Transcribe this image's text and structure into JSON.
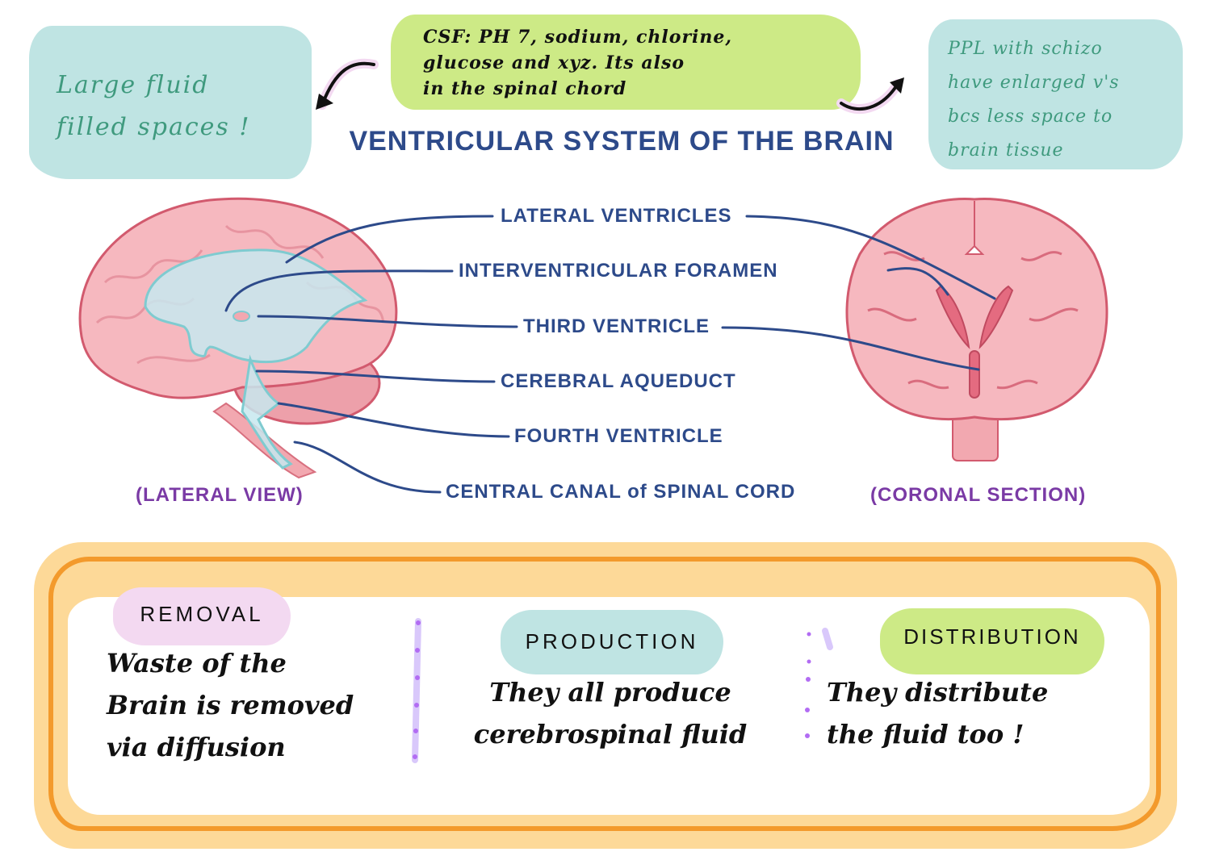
{
  "notes": {
    "left": "Large fluid\nfilled spaces !",
    "middle": "CSF: PH 7, sodium, chlorine,\nglucose and xyz. Its also\nin the spinal chord",
    "right": "PPL with schizo\nhave enlarged v's\nbcs less space to\nbrain tissue"
  },
  "title": "VENTRICULAR SYSTEM OF THE BRAIN",
  "structures": [
    {
      "label": "LATERAL VENTRICLES"
    },
    {
      "label": "INTERVENTRICULAR FORAMEN"
    },
    {
      "label": "THIRD VENTRICLE"
    },
    {
      "label": "CEREBRAL AQUEDUCT"
    },
    {
      "label": "FOURTH VENTRICLE"
    },
    {
      "label": "CENTRAL CANAL of SPINAL CORD"
    }
  ],
  "views": {
    "lateral": "(LATERAL VIEW)",
    "coronal": "(CORONAL SECTION)"
  },
  "summary": {
    "columns": [
      {
        "heading": "REMOVAL",
        "body": "Waste of the\nBrain is removed\nvia diffusion",
        "color": "#f3d9f1"
      },
      {
        "heading": "PRODUCTION",
        "body": "They all produce\ncerebrospinal fluid",
        "color": "#bfe4e3"
      },
      {
        "heading": "DISTRIBUTION",
        "body": "They distribute\nthe fluid too !",
        "color": "#cdea86"
      }
    ]
  },
  "icons": {
    "arrow_left": "curved-arrow-down-left",
    "arrow_right": "curved-arrow-up-right"
  }
}
